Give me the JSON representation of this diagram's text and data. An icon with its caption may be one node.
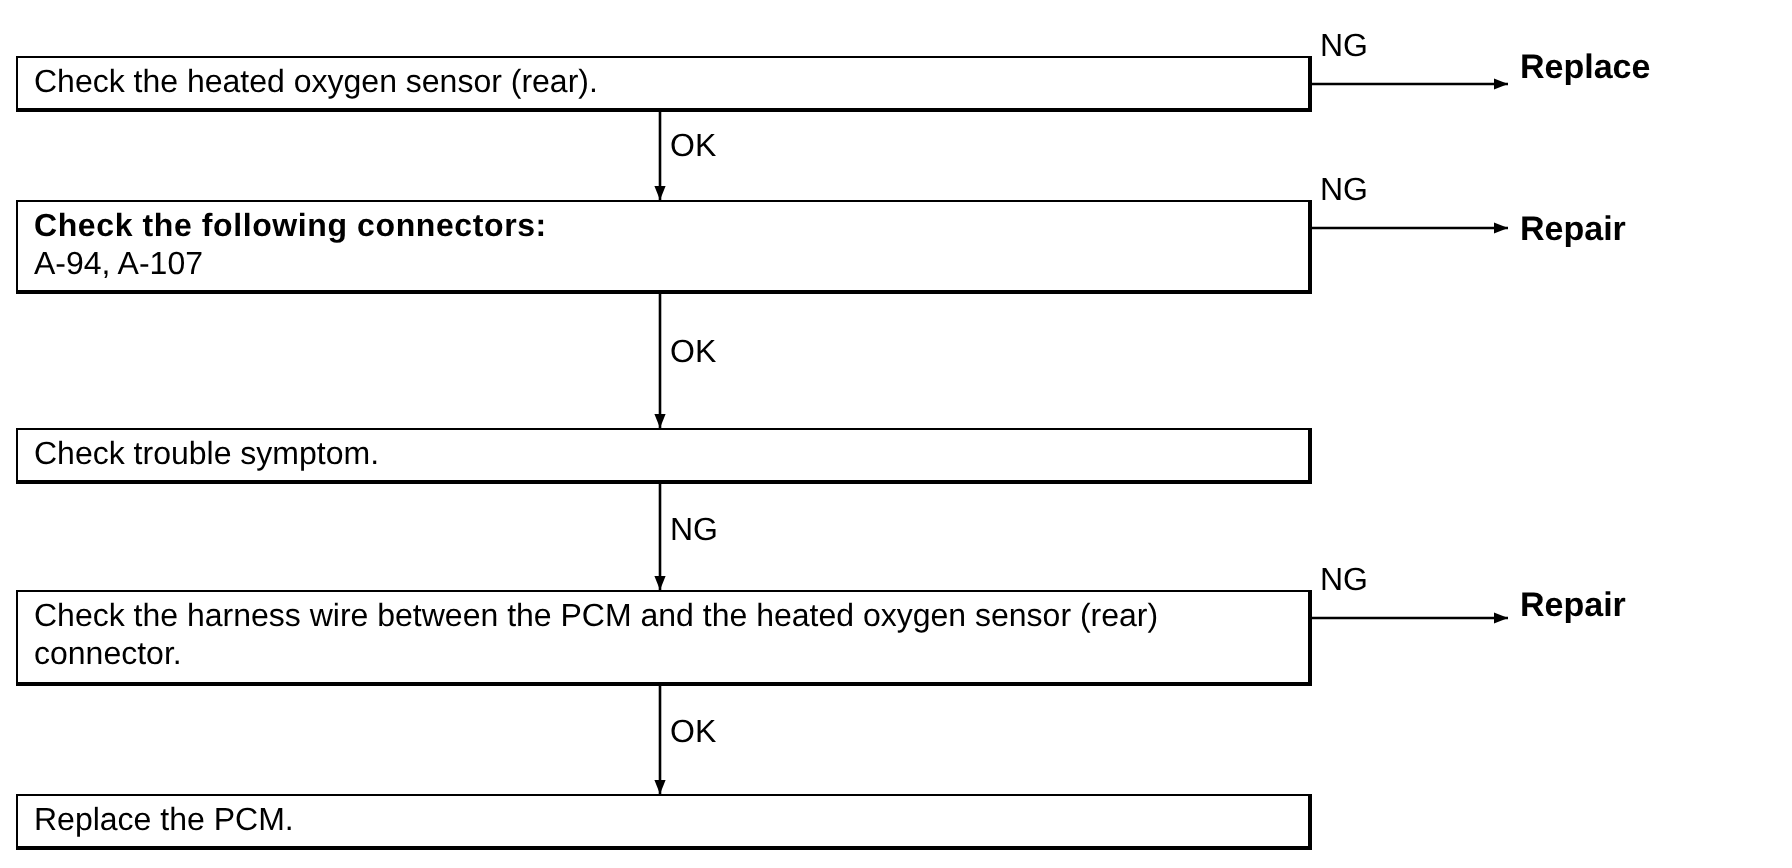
{
  "diagram": {
    "nodes": [
      {
        "text": [
          "Check the heated oxygen sensor (rear)."
        ]
      },
      {
        "text": [
          "Replace"
        ]
      },
      {
        "text": [
          "Check the following connectors:",
          "A-94, A-107"
        ]
      },
      {
        "text": [
          "Repair"
        ]
      },
      {
        "text": [
          "Check trouble symptom."
        ]
      },
      {
        "text": [
          "Check the harness wire between the PCM and the heated oxygen sensor (rear) connector."
        ]
      },
      {
        "text": [
          "Repair"
        ]
      },
      {
        "text": [
          "Replace the PCM."
        ]
      }
    ],
    "edges": [
      {
        "from": 0,
        "to": 1,
        "arrow": "to",
        "label": "NG"
      },
      {
        "from": 0,
        "to": 2,
        "arrow": "to",
        "label": "OK"
      },
      {
        "from": 2,
        "to": 3,
        "arrow": "to",
        "label": "NG"
      },
      {
        "from": 2,
        "to": 4,
        "arrow": "to",
        "label": "OK"
      },
      {
        "from": 4,
        "to": 5,
        "arrow": "to",
        "label": "NG"
      },
      {
        "from": 5,
        "to": 6,
        "arrow": "to",
        "label": "NG"
      },
      {
        "from": 5,
        "to": 7,
        "arrow": "to",
        "label": "OK"
      }
    ]
  }
}
